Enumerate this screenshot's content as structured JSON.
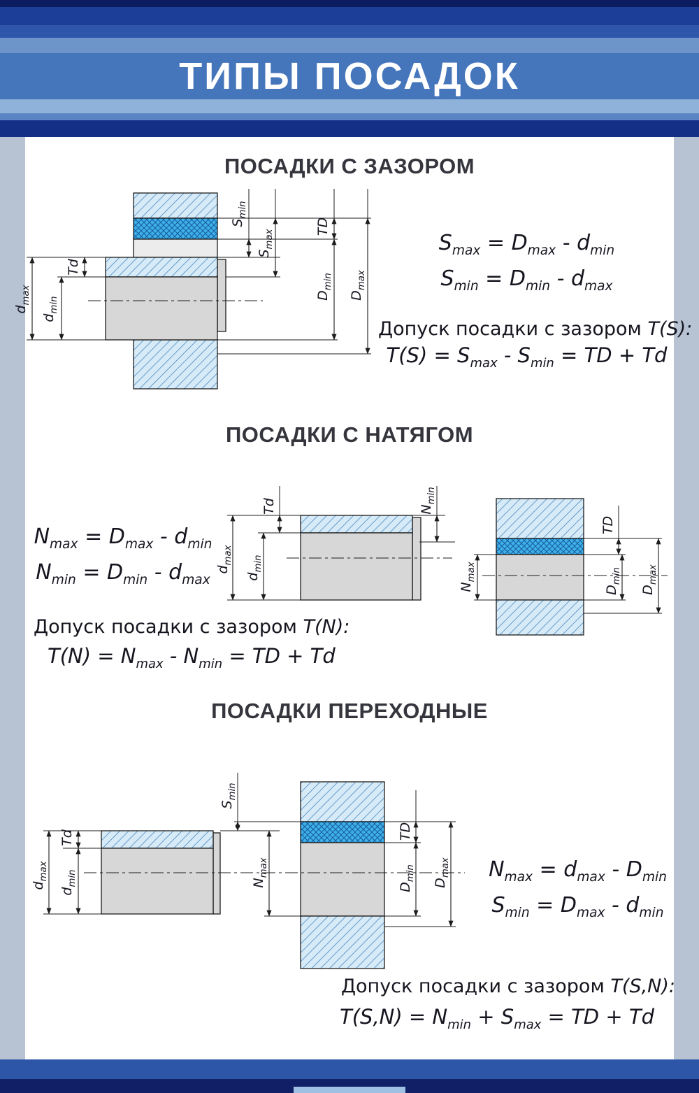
{
  "header": {
    "title": "ТИПЫ ПОСАДОК"
  },
  "sections": {
    "clearance": {
      "heading": "ПОСАДКИ С ЗАЗОРОМ",
      "formula_smax": "S_max = D_max - d_min",
      "formula_smin": "S_min = D_min - d_max",
      "tolerance_caption": "Допуск посадки с зазором",
      "tolerance_term": "T(S):",
      "tolerance_formula": "T(S) = S_max - S_min = TD + Td"
    },
    "interference": {
      "heading": "ПОСАДКИ С НАТЯГОМ",
      "formula_nmax": "N_max = D_max - d_min",
      "formula_nmin": "N_min = D_min - d_max",
      "tolerance_caption": "Допуск посадки с зазором",
      "tolerance_term": "T(N):",
      "tolerance_formula": "T(N) = N_max - N_min = TD + Td"
    },
    "transition": {
      "heading": "ПОСАДКИ ПЕРЕХОДНЫЕ",
      "formula_nmax": "N_max = d_max - D_min",
      "formula_smin": "S_min = D_max - d_min",
      "tolerance_caption": "Допуск посадки с зазором",
      "tolerance_term": "T(S,N):",
      "tolerance_formula": "T(S,N) = N_min + S_max = TD + Td"
    }
  },
  "dim_labels": {
    "d_max": "d_max",
    "d_min": "d_min",
    "Td": "Td",
    "TD": "TD",
    "D_max": "D_max",
    "D_min": "D_min",
    "S_max": "S_max",
    "S_min": "S_min",
    "N_max": "N_max",
    "N_min": "N_min"
  },
  "palette": {
    "header_dark_navy": "#142f86",
    "header_blue": "#4575ba",
    "header_light_blue": "#8fb2da",
    "side_background": "#b7c3d3",
    "content_background": "#ffffff",
    "hatch_fill": "#d6ebf7",
    "hatch_line": "#4e86c0",
    "tolerance_zone_fill": "#3fb0e8",
    "shaft_gray": "#d9d9d9",
    "text_dark": "#15151f"
  }
}
